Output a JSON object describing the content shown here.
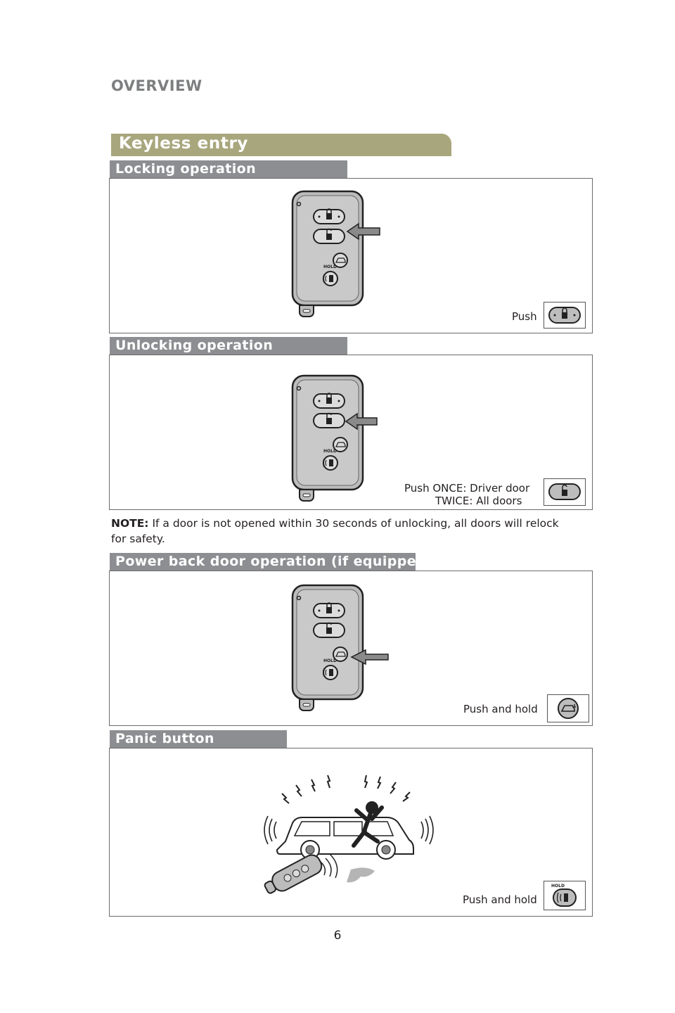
{
  "header": {
    "title": "OVERVIEW"
  },
  "banner": {
    "title": "Keyless entry"
  },
  "fob": {
    "hold_label": "HOLD"
  },
  "sections": {
    "locking": {
      "title": "Locking operation",
      "caption": "Push",
      "icon": "lock-button-icon"
    },
    "unlocking": {
      "title": "Unlocking operation",
      "caption_line1": "Push  ONCE: Driver door",
      "caption_line2": "TWICE: All doors",
      "icon": "unlock-button-icon"
    },
    "power_back_door": {
      "title": "Power back door operation (if equipped)",
      "caption": "Push and hold",
      "icon": "back-door-button-icon"
    },
    "panic": {
      "title": "Panic button",
      "caption": "Push and hold",
      "icon": "panic-button-icon",
      "hold_label": "HOLD"
    }
  },
  "note": {
    "label": "NOTE:",
    "text": "If a door is not opened within 30 seconds of unlocking, all doors will relock for safety."
  },
  "page_number": "6"
}
